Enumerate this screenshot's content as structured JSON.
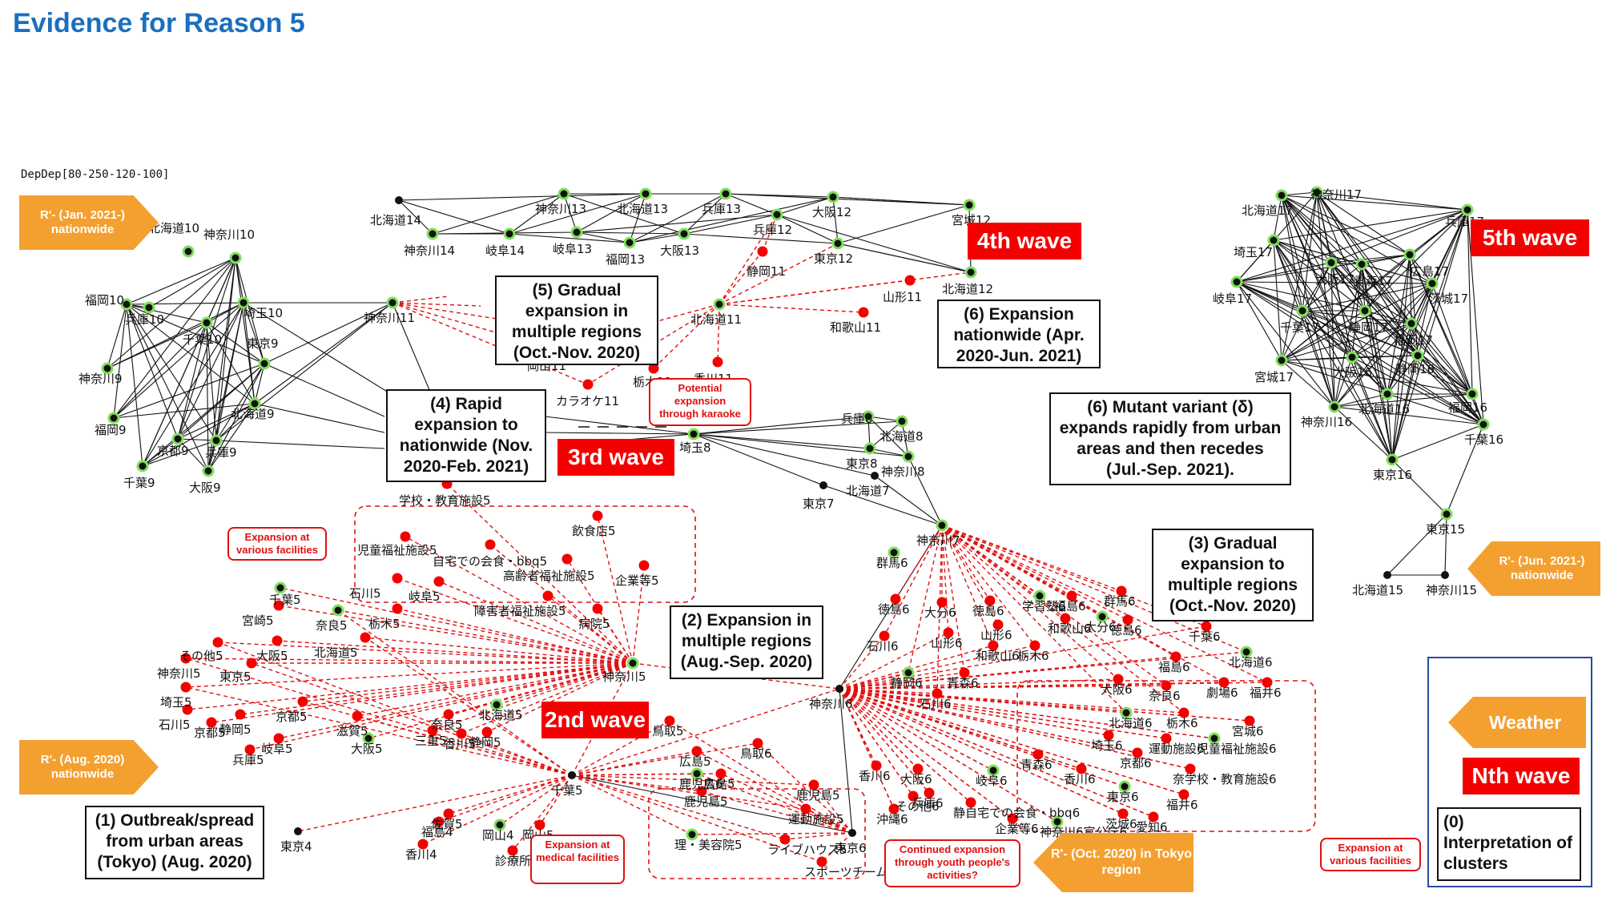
{
  "page": {
    "title": "Evidence for Reason 5",
    "params_label": "DepDep[80-250-120-100]"
  },
  "annotations": {
    "box1": "(1) Outbreak/spread from urban areas (Tokyo) (Aug. 2020)",
    "box2": "(2) Expansion in multiple regions (Aug.-Sep. 2020)",
    "box3": "(3) Gradual expansion to multiple regions (Oct.-Nov. 2020)",
    "box4": "(4) Rapid expansion to nationwide (Nov. 2020-Feb. 2021)",
    "box5": "(5) Gradual expansion in multiple regions (Oct.-Nov. 2020)",
    "box6a": "(6) Expansion nationwide (Apr. 2020-Jun. 2021)",
    "box6b": "(6) Mutant variant (δ) expands rapidly from urban areas and then recedes (Jul.-Sep. 2021).",
    "legend_box": "(0) Interpretation of clusters"
  },
  "waves": {
    "w2": "2nd wave",
    "w3": "3rd wave",
    "w4": "4th wave",
    "w5": "5th wave",
    "legend": "Nth wave"
  },
  "callouts": {
    "karaoke": "Potential expansion through karaoke",
    "facilities_top": "Expansion at various facilities",
    "medical": "Expansion at medical facilities",
    "youth": "Continued expansion through youth people's activities?",
    "facilities_right": "Expansion at various facilities"
  },
  "arrows": {
    "a_jan2021": "R'- (Jan. 2021-) nationwide",
    "a_aug2020": "R'- (Aug. 2020) nationwide",
    "a_jun2021": "R'- (Jun. 2021-) nationwide",
    "a_oct2020": "R'- (Oct. 2020) in Tokyo region",
    "weather": "Weather"
  },
  "colors": {
    "title": "#1a6fc0",
    "wave_red": "#f40000",
    "node_red": "#f40000",
    "node_green_ring": "#7fe05a",
    "arrow_orange": "#f4a030",
    "link_red": "#e01010"
  },
  "network": {
    "nodes": [
      {
        "id": "hok10",
        "label": "北海道10",
        "color": "green"
      },
      {
        "id": "kan10",
        "label": "神奈川10",
        "color": "green"
      },
      {
        "id": "fuk10",
        "label": "福岡10",
        "color": "green"
      },
      {
        "id": "hyo10",
        "label": "兵庫10",
        "color": "green"
      },
      {
        "id": "chi10",
        "label": "千葉10",
        "color": "green"
      },
      {
        "id": "sai10",
        "label": "埼玉10",
        "color": "green"
      },
      {
        "id": "kan9",
        "label": "神奈川9",
        "color": "green"
      },
      {
        "id": "tok9",
        "label": "東京9",
        "color": "green"
      },
      {
        "id": "hok9",
        "label": "北海道9",
        "color": "green"
      },
      {
        "id": "fuk9",
        "label": "福岡9",
        "color": "green"
      },
      {
        "id": "kyo9",
        "label": "京都9",
        "color": "green"
      },
      {
        "id": "hyo9",
        "label": "兵庫9",
        "color": "green"
      },
      {
        "id": "chi9",
        "label": "千葉9",
        "color": "green"
      },
      {
        "id": "osa9",
        "label": "大阪9",
        "color": "green"
      },
      {
        "id": "kan11",
        "label": "神奈川11",
        "color": "green"
      },
      {
        "id": "hok14",
        "label": "北海道14",
        "color": "black"
      },
      {
        "id": "kan14",
        "label": "神奈川14",
        "color": "green"
      },
      {
        "id": "gif14",
        "label": "岐阜14",
        "color": "green"
      },
      {
        "id": "kan13",
        "label": "神奈川13",
        "color": "green"
      },
      {
        "id": "hok13",
        "label": "北海道13",
        "color": "green"
      },
      {
        "id": "gif13",
        "label": "岐阜13",
        "color": "green"
      },
      {
        "id": "fuk13",
        "label": "福岡13",
        "color": "green"
      },
      {
        "id": "osa13",
        "label": "大阪13",
        "color": "green"
      },
      {
        "id": "hyo13",
        "label": "兵庫13",
        "color": "green"
      },
      {
        "id": "hyo12",
        "label": "兵庫12",
        "color": "green"
      },
      {
        "id": "osa12",
        "label": "大阪12",
        "color": "green"
      },
      {
        "id": "tok12",
        "label": "東京12",
        "color": "green"
      },
      {
        "id": "miy12",
        "label": "宮城12",
        "color": "green"
      },
      {
        "id": "hok12",
        "label": "北海道12",
        "color": "green"
      },
      {
        "id": "shi11",
        "label": "静岡11",
        "color": "red"
      },
      {
        "id": "yam11",
        "label": "山形11",
        "color": "red"
      },
      {
        "id": "wak11",
        "label": "和歌山11",
        "color": "red"
      },
      {
        "id": "hok11",
        "label": "北海道11",
        "color": "green"
      },
      {
        "id": "oka11",
        "label": "岡山11",
        "color": "red"
      },
      {
        "id": "kag11",
        "label": "香川11",
        "color": "red"
      },
      {
        "id": "kar11",
        "label": "カラオケ11",
        "color": "red"
      },
      {
        "id": "toc11",
        "label": "栃木11",
        "color": "red"
      },
      {
        "id": "sai8",
        "label": "埼玉8",
        "color": "green"
      },
      {
        "id": "hyo8",
        "label": "兵庫8",
        "color": "green"
      },
      {
        "id": "hok8",
        "label": "北海道8",
        "color": "green"
      },
      {
        "id": "tok8",
        "label": "東京8",
        "color": "green"
      },
      {
        "id": "kan8",
        "label": "神奈川8",
        "color": "green"
      },
      {
        "id": "tok7",
        "label": "東京7",
        "color": "black"
      },
      {
        "id": "hok7",
        "label": "北海道7",
        "color": "black"
      },
      {
        "id": "kan7",
        "label": "神奈川7",
        "color": "green"
      },
      {
        "id": "sch5",
        "label": "学校・教育施設5",
        "color": "red"
      },
      {
        "id": "jid5",
        "label": "児童福祉施設5",
        "color": "red"
      },
      {
        "id": "hom5",
        "label": "自宅での会食・bbq5",
        "color": "red"
      },
      {
        "id": "ins5",
        "label": "飲食店5",
        "color": "red"
      },
      {
        "id": "kor5",
        "label": "高齢者福祉施設5",
        "color": "red"
      },
      {
        "id": "kig5",
        "label": "企業等5",
        "color": "red"
      },
      {
        "id": "sho5",
        "label": "障害者福祉施設5",
        "color": "red"
      },
      {
        "id": "byo5",
        "label": "病院5",
        "color": "red"
      },
      {
        "id": "chi5",
        "label": "千葉5",
        "color": "green"
      },
      {
        "id": "ish5",
        "label": "石川5",
        "color": "red"
      },
      {
        "id": "gif5",
        "label": "岐阜5",
        "color": "red"
      },
      {
        "id": "miy5",
        "label": "宮崎5",
        "color": "red"
      },
      {
        "id": "nar5",
        "label": "奈良5",
        "color": "green"
      },
      {
        "id": "toc5",
        "label": "栃木5",
        "color": "red"
      },
      {
        "id": "oth5",
        "label": "その他5",
        "color": "red"
      },
      {
        "id": "osa5",
        "label": "大阪5",
        "color": "red"
      },
      {
        "id": "kan5",
        "label": "神奈川5",
        "color": "red"
      },
      {
        "id": "tok5a",
        "label": "東京5",
        "color": "red"
      },
      {
        "id": "hok5",
        "label": "北海道5",
        "color": "red"
      },
      {
        "id": "sai5",
        "label": "埼玉5",
        "color": "red"
      },
      {
        "id": "ish5b",
        "label": "石川5",
        "color": "red"
      },
      {
        "id": "kyo5",
        "label": "京都5",
        "color": "red"
      },
      {
        "id": "shi5",
        "label": "静岡5",
        "color": "red"
      },
      {
        "id": "sig5",
        "label": "滋賀5",
        "color": "red"
      },
      {
        "id": "kan5b",
        "label": "神奈川5",
        "color": "green"
      },
      {
        "id": "tok4",
        "label": "東京4",
        "color": "black"
      },
      {
        "id": "chb5",
        "label": "千葉5",
        "color": "black"
      },
      {
        "id": "kan6",
        "label": "神奈川6",
        "color": "black"
      },
      {
        "id": "tok6",
        "label": "東京6",
        "color": "black"
      }
    ]
  }
}
